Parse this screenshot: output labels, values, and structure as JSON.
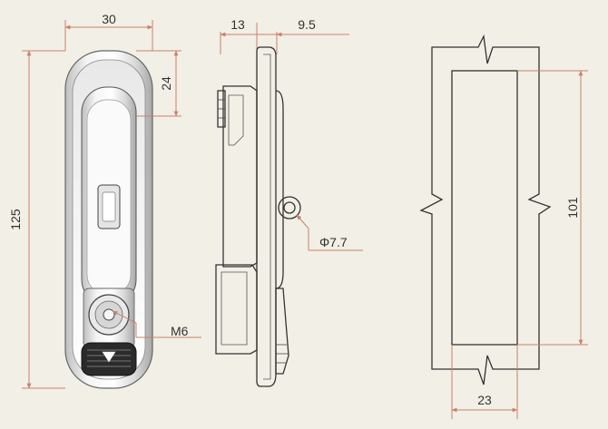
{
  "colors": {
    "background": "#f2efe6",
    "dimension_line": "#c9826a",
    "outline": "#333333"
  },
  "dimensions": {
    "front_width": "30",
    "front_height": "125",
    "front_top_section": "24",
    "screw_label": "M6",
    "side_depth_left": "13",
    "side_depth_right": "9.5",
    "hole_diameter": "Φ7.7",
    "cutout_height": "101",
    "cutout_width": "23"
  }
}
